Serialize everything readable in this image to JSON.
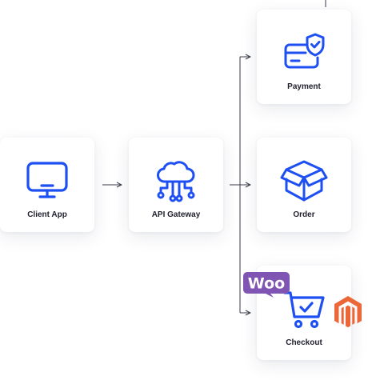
{
  "nodes": {
    "client": {
      "label": "Client App",
      "icon": "monitor-icon"
    },
    "gateway": {
      "label": "API Gateway",
      "icon": "cloud-network-icon"
    },
    "payment": {
      "label": "Payment",
      "icon": "secure-card-icon"
    },
    "order": {
      "label": "Order",
      "icon": "open-box-icon"
    },
    "checkout": {
      "label": "Checkout",
      "icon": "shopping-cart-icon"
    }
  },
  "badges": {
    "woo": {
      "text": "Woo",
      "color": "#7f54b3"
    },
    "magento": {
      "icon": "magento-logo",
      "color": "#ec6737"
    }
  },
  "colors": {
    "accent": "#1d4ff2",
    "text": "#1f1f2e",
    "connector": "#3a3a4a"
  }
}
